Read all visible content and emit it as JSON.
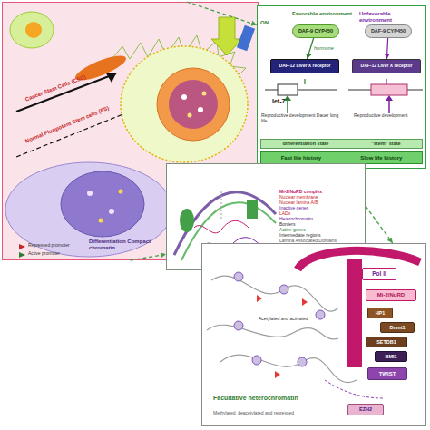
{
  "diagram": {
    "nodes": [
      {
        "text": [
          "Cancer Stem Cells (CSC)",
          "Normal Pluripotent Stem cells (PS)",
          "Differentiation Compact chromatin",
          "Repressed promoter",
          "Active promoter"
        ]
      },
      {
        "text": [
          "Favorable environment",
          "Unfavorable environment"
        ]
      },
      {
        "text": [
          "DAF-9 CYP450"
        ],
        "in": 1
      },
      {
        "text": [
          "DAF-9 CYP450"
        ],
        "in": 1
      },
      {
        "text": [
          "DAF-12 Liver X receptor"
        ],
        "in": 1
      },
      {
        "text": [
          "DAF-12 Liver X receptor"
        ],
        "in": 1
      },
      {
        "text": [
          "differentiation state",
          "\"stem\" state"
        ],
        "in": 1
      },
      {
        "text": [
          "Fast life history",
          "Slow life history"
        ],
        "in": 1
      },
      {
        "text": [
          "Mi-2/NuRD complex",
          "Nuclear membrane",
          "Nuclear lamina A/B",
          "Inactive genes",
          "LADs",
          "Heterochromatin",
          "Borders",
          "Active genes",
          "Intermediate regions",
          "Lamina Associated Domains"
        ]
      },
      {
        "text": [
          "Facultative heterochromatin",
          "Acetylated and activated",
          "Methylated, deacetylated and repressed"
        ]
      },
      {
        "text": [
          "Pol II"
        ],
        "in": 9
      },
      {
        "text": [
          "Mi-2/NuRD"
        ],
        "in": 9
      },
      {
        "text": [
          "HP1"
        ],
        "in": 9
      },
      {
        "text": [
          "Dnmt1"
        ],
        "in": 9
      },
      {
        "text": [
          "SETDB1"
        ],
        "in": 9
      },
      {
        "text": [
          "BMI1"
        ],
        "in": 9
      },
      {
        "text": [
          "TWIST"
        ],
        "in": 9
      },
      {
        "text": [
          "EZH2"
        ],
        "in": 9
      }
    ],
    "edges": [
      {
        "from": 0,
        "to": 1,
        "arrow": "to"
      },
      {
        "from": 0,
        "to": 8,
        "arrow": "to"
      },
      {
        "from": 8,
        "to": 9,
        "arrow": "to"
      },
      {
        "from": 2,
        "to": 4,
        "label": "hormone",
        "arrow": "to"
      },
      {
        "from": 3,
        "to": 5,
        "arrow": "to"
      }
    ],
    "labels": [
      "ON",
      "let-7",
      "Reproductive development Dauer long life",
      "Reproductive development"
    ]
  }
}
